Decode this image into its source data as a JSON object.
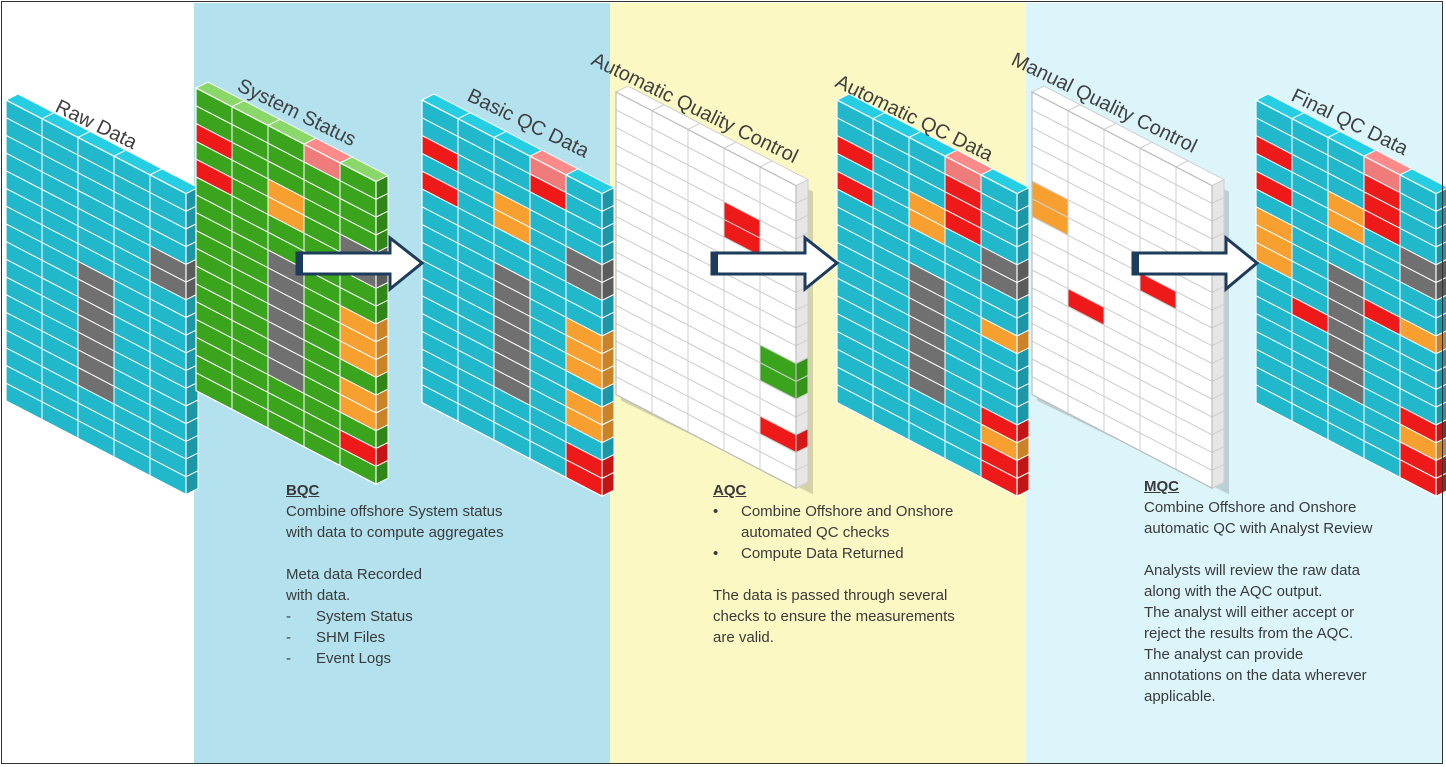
{
  "colors": {
    "band_bqc": "#b3e2ee",
    "band_aqc": "#fbf8c3",
    "band_mqc": "#dcf5fa",
    "cell_teal": "#22b8cc",
    "cell_green": "#3aa41c",
    "cell_white": "#ffffff",
    "flag_red": "#ee1a1a",
    "flag_orange": "#f7a030",
    "flag_gray": "#707070",
    "flag_pink": "#ef7b7b",
    "arrow_stroke": "#1d3b5a"
  },
  "grids": [
    {
      "id": "raw-data",
      "title": "Raw Data",
      "base": "teal",
      "cells": [
        {
          "r": 4,
          "c": 4,
          "s": "gray"
        },
        {
          "r": 5,
          "c": 4,
          "s": "gray"
        },
        {
          "r": 7,
          "c": 2,
          "s": "gray"
        },
        {
          "r": 8,
          "c": 2,
          "s": "gray"
        },
        {
          "r": 9,
          "c": 2,
          "s": "gray"
        },
        {
          "r": 10,
          "c": 2,
          "s": "gray"
        },
        {
          "r": 11,
          "c": 2,
          "s": "gray"
        },
        {
          "r": 12,
          "c": 2,
          "s": "gray"
        },
        {
          "r": 13,
          "c": 2,
          "s": "gray"
        }
      ]
    },
    {
      "id": "system-status",
      "title": "System Status",
      "base": "green",
      "cells": [
        {
          "r": 0,
          "c": 3,
          "s": "pink"
        },
        {
          "r": 2,
          "c": 0,
          "s": "red"
        },
        {
          "r": 4,
          "c": 0,
          "s": "red"
        },
        {
          "r": 3,
          "c": 2,
          "s": "orange"
        },
        {
          "r": 4,
          "c": 2,
          "s": "orange"
        },
        {
          "r": 4,
          "c": 4,
          "s": "gray"
        },
        {
          "r": 5,
          "c": 4,
          "s": "gray"
        },
        {
          "r": 7,
          "c": 2,
          "s": "gray"
        },
        {
          "r": 8,
          "c": 2,
          "s": "gray"
        },
        {
          "r": 9,
          "c": 2,
          "s": "gray"
        },
        {
          "r": 10,
          "c": 2,
          "s": "gray"
        },
        {
          "r": 11,
          "c": 2,
          "s": "gray"
        },
        {
          "r": 12,
          "c": 2,
          "s": "gray"
        },
        {
          "r": 13,
          "c": 2,
          "s": "gray"
        },
        {
          "r": 8,
          "c": 4,
          "s": "orange"
        },
        {
          "r": 9,
          "c": 4,
          "s": "orange"
        },
        {
          "r": 10,
          "c": 4,
          "s": "orange"
        },
        {
          "r": 12,
          "c": 4,
          "s": "orange"
        },
        {
          "r": 13,
          "c": 4,
          "s": "orange"
        },
        {
          "r": 15,
          "c": 4,
          "s": "red"
        }
      ]
    },
    {
      "id": "basic-qc-data",
      "title": "Basic QC Data",
      "base": "teal",
      "cells": [
        {
          "r": 0,
          "c": 3,
          "s": "pink"
        },
        {
          "r": 1,
          "c": 3,
          "s": "red"
        },
        {
          "r": 2,
          "c": 0,
          "s": "red"
        },
        {
          "r": 4,
          "c": 0,
          "s": "red"
        },
        {
          "r": 3,
          "c": 2,
          "s": "orange"
        },
        {
          "r": 4,
          "c": 2,
          "s": "orange"
        },
        {
          "r": 4,
          "c": 4,
          "s": "gray"
        },
        {
          "r": 5,
          "c": 4,
          "s": "gray"
        },
        {
          "r": 7,
          "c": 2,
          "s": "gray"
        },
        {
          "r": 8,
          "c": 2,
          "s": "gray"
        },
        {
          "r": 9,
          "c": 2,
          "s": "gray"
        },
        {
          "r": 10,
          "c": 2,
          "s": "gray"
        },
        {
          "r": 11,
          "c": 2,
          "s": "gray"
        },
        {
          "r": 12,
          "c": 2,
          "s": "gray"
        },
        {
          "r": 13,
          "c": 2,
          "s": "gray"
        },
        {
          "r": 8,
          "c": 4,
          "s": "orange"
        },
        {
          "r": 9,
          "c": 4,
          "s": "orange"
        },
        {
          "r": 10,
          "c": 4,
          "s": "orange"
        },
        {
          "r": 12,
          "c": 4,
          "s": "orange"
        },
        {
          "r": 13,
          "c": 4,
          "s": "orange"
        },
        {
          "r": 15,
          "c": 4,
          "s": "red"
        },
        {
          "r": 16,
          "c": 4,
          "s": "red"
        }
      ]
    },
    {
      "id": "automatic-quality-control",
      "title": "Automatic Quality Control",
      "base": "white",
      "cells": [
        {
          "r": 3,
          "c": 3,
          "s": "red"
        },
        {
          "r": 4,
          "c": 3,
          "s": "red"
        },
        {
          "r": 10,
          "c": 4,
          "s": "green"
        },
        {
          "r": 11,
          "c": 4,
          "s": "green"
        },
        {
          "r": 14,
          "c": 4,
          "s": "red"
        }
      ]
    },
    {
      "id": "automatic-qc-data",
      "title": "Automatic QC Data",
      "base": "teal",
      "cells": [
        {
          "r": 0,
          "c": 3,
          "s": "pink"
        },
        {
          "r": 1,
          "c": 3,
          "s": "red"
        },
        {
          "r": 2,
          "c": 3,
          "s": "red"
        },
        {
          "r": 3,
          "c": 3,
          "s": "red"
        },
        {
          "r": 2,
          "c": 0,
          "s": "red"
        },
        {
          "r": 4,
          "c": 0,
          "s": "red"
        },
        {
          "r": 3,
          "c": 2,
          "s": "orange"
        },
        {
          "r": 4,
          "c": 2,
          "s": "orange"
        },
        {
          "r": 4,
          "c": 4,
          "s": "gray"
        },
        {
          "r": 5,
          "c": 4,
          "s": "gray"
        },
        {
          "r": 7,
          "c": 2,
          "s": "gray"
        },
        {
          "r": 8,
          "c": 2,
          "s": "gray"
        },
        {
          "r": 9,
          "c": 2,
          "s": "gray"
        },
        {
          "r": 10,
          "c": 2,
          "s": "gray"
        },
        {
          "r": 11,
          "c": 2,
          "s": "gray"
        },
        {
          "r": 12,
          "c": 2,
          "s": "gray"
        },
        {
          "r": 13,
          "c": 2,
          "s": "gray"
        },
        {
          "r": 8,
          "c": 4,
          "s": "orange"
        },
        {
          "r": 13,
          "c": 4,
          "s": "red"
        },
        {
          "r": 14,
          "c": 4,
          "s": "orange"
        },
        {
          "r": 15,
          "c": 4,
          "s": "red"
        },
        {
          "r": 16,
          "c": 4,
          "s": "red"
        }
      ]
    },
    {
      "id": "manual-quality-control",
      "title": "Manual Quality Control",
      "base": "white",
      "cells": [
        {
          "r": 5,
          "c": 0,
          "s": "orange"
        },
        {
          "r": 6,
          "c": 0,
          "s": "orange"
        },
        {
          "r": 7,
          "c": 3,
          "s": "red"
        },
        {
          "r": 10,
          "c": 1,
          "s": "red"
        }
      ]
    },
    {
      "id": "final-qc-data",
      "title": "Final QC Data",
      "base": "teal",
      "cells": [
        {
          "r": 0,
          "c": 3,
          "s": "pink"
        },
        {
          "r": 1,
          "c": 3,
          "s": "red"
        },
        {
          "r": 2,
          "c": 3,
          "s": "red"
        },
        {
          "r": 3,
          "c": 3,
          "s": "red"
        },
        {
          "r": 2,
          "c": 0,
          "s": "red"
        },
        {
          "r": 4,
          "c": 0,
          "s": "red"
        },
        {
          "r": 6,
          "c": 0,
          "s": "orange"
        },
        {
          "r": 7,
          "c": 0,
          "s": "orange"
        },
        {
          "r": 8,
          "c": 0,
          "s": "orange"
        },
        {
          "r": 3,
          "c": 2,
          "s": "orange"
        },
        {
          "r": 4,
          "c": 2,
          "s": "orange"
        },
        {
          "r": 4,
          "c": 4,
          "s": "gray"
        },
        {
          "r": 5,
          "c": 4,
          "s": "gray"
        },
        {
          "r": 7,
          "c": 2,
          "s": "gray"
        },
        {
          "r": 8,
          "c": 2,
          "s": "gray"
        },
        {
          "r": 9,
          "c": 2,
          "s": "gray"
        },
        {
          "r": 10,
          "c": 2,
          "s": "gray"
        },
        {
          "r": 11,
          "c": 2,
          "s": "gray"
        },
        {
          "r": 12,
          "c": 2,
          "s": "gray"
        },
        {
          "r": 13,
          "c": 2,
          "s": "gray"
        },
        {
          "r": 8,
          "c": 3,
          "s": "red"
        },
        {
          "r": 10,
          "c": 1,
          "s": "red"
        },
        {
          "r": 8,
          "c": 4,
          "s": "orange"
        },
        {
          "r": 13,
          "c": 4,
          "s": "red"
        },
        {
          "r": 14,
          "c": 4,
          "s": "orange"
        },
        {
          "r": 15,
          "c": 4,
          "s": "red"
        },
        {
          "r": 16,
          "c": 4,
          "s": "red"
        }
      ]
    }
  ],
  "descriptions": {
    "bqc": {
      "heading": "BQC",
      "line1": "Combine offshore System status",
      "line2": "with data to compute aggregates",
      "meta1": "Meta data Recorded",
      "meta2": "with data.",
      "items": [
        "System Status",
        "SHM Files",
        "Event Logs"
      ],
      "dash": "-"
    },
    "aqc": {
      "heading": "AQC",
      "bullet": "•",
      "item1a": "Combine Offshore and Onshore",
      "item1b": "automated  QC checks",
      "item2": "Compute  Data Returned",
      "para1": "The data is passed through several",
      "para2": "checks to ensure the measurements",
      "para3": "are valid."
    },
    "mqc": {
      "heading": "MQC",
      "line1": "Combine Offshore and Onshore",
      "line2": "automatic QC with Analyst Review",
      "p1": "Analysts will  review the raw data",
      "p2": "along with the AQC output.",
      "p3": "The analyst will either accept or",
      "p4": "reject the results from the AQC.",
      "p5": "The analyst can provide",
      "p6": "annotations  on the data wherever",
      "p7": "applicable."
    }
  }
}
